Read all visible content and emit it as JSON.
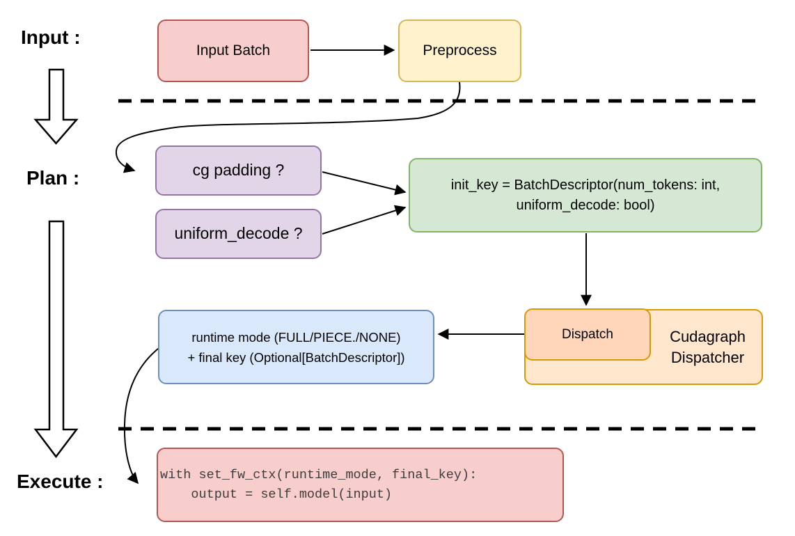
{
  "diagram": {
    "stages": {
      "input_label": "Input :",
      "plan_label": "Plan :",
      "execute_label": "Execute :"
    },
    "nodes": {
      "input_batch": {
        "label": "Input Batch",
        "fill": "#f8cecc",
        "stroke": "#b85450"
      },
      "preprocess": {
        "label": "Preprocess",
        "fill": "#fff2cc",
        "stroke": "#d6b656"
      },
      "cg_padding": {
        "label": "cg padding ?",
        "fill": "#e1d5e7",
        "stroke": "#9673a6"
      },
      "uniform_decode": {
        "label": "uniform_decode ?",
        "fill": "#e1d5e7",
        "stroke": "#9673a6"
      },
      "init_key": {
        "line1": "init_key = BatchDescriptor(num_tokens: int,",
        "line2": "uniform_decode: bool)",
        "fill": "#d5e8d4",
        "stroke": "#82b366"
      },
      "dispatch": {
        "label": "Dispatch",
        "fill": "#ffd6ba",
        "stroke": "#d79b00"
      },
      "cudagraph_dispatcher": {
        "line1": "Cudagraph",
        "line2": "Dispatcher",
        "fill": "#ffe6cc",
        "stroke": "#d79b00"
      },
      "runtime_result": {
        "line1": "runtime mode (FULL/PIECE./NONE)",
        "line2": "+ final key (Optional[BatchDescriptor])",
        "fill": "#dae8fc",
        "stroke": "#6c8ebf"
      },
      "execute_code": {
        "line1": "with set_fw_ctx(runtime_mode, final_key):",
        "line2": "    output = self.model(input)",
        "fill": "#f8cecc",
        "stroke": "#b85450"
      }
    }
  }
}
